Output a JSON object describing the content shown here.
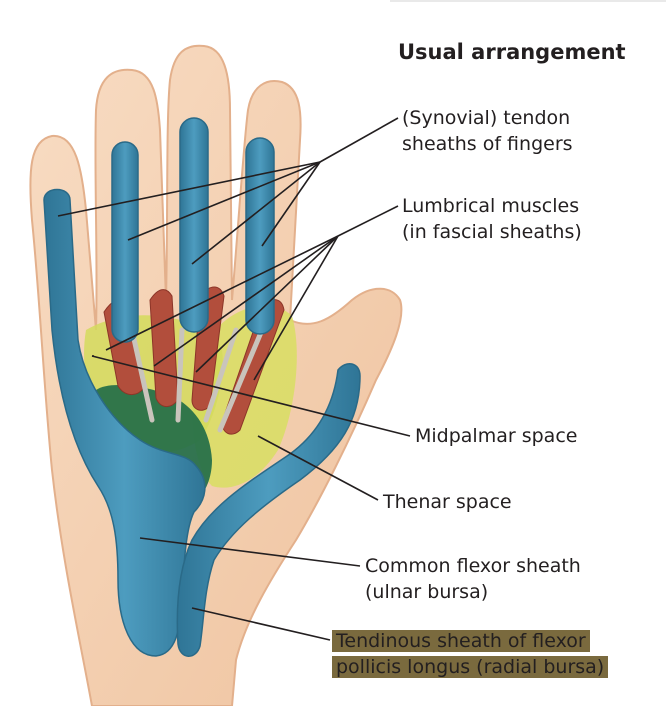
{
  "title": "Usual arrangement",
  "labels": {
    "tendon_sheaths_line1": "(Synovial) tendon",
    "tendon_sheaths_line2": "sheaths of fingers",
    "lumbrical_line1": "Lumbrical muscles",
    "lumbrical_line2": "(in fascial sheaths)",
    "midpalmar": "Midpalmar space",
    "thenar": "Thenar space",
    "common_flexor_line1": "Common flexor sheath",
    "common_flexor_line2": "(ulnar bursa)",
    "tendinous_line1": "Tendinous sheath of flexor",
    "tendinous_line2": "pollicis longus (radial bursa)"
  },
  "colors": {
    "skin": "#f6d3b6",
    "skin_edge": "#e8b896",
    "sheath": "#3f87a8",
    "sheath_light": "#5fa7c6",
    "midpalmar": "#1f6d4a",
    "thenar": "#d9dd6a",
    "muscle": "#b24e3c",
    "leader": "#231f20",
    "highlight": "#7a6a3e"
  }
}
